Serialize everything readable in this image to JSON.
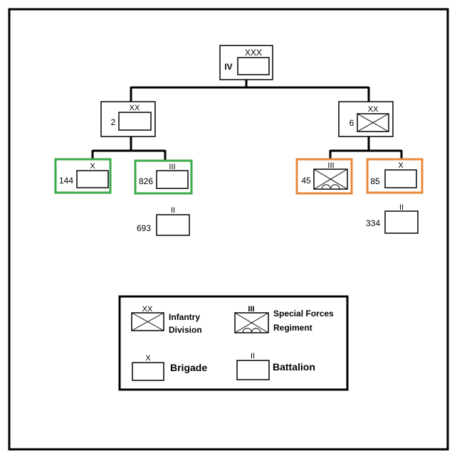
{
  "org_chart": {
    "corps": {
      "label": "IV",
      "echelon": "XXX"
    },
    "divisions": [
      {
        "label": "2",
        "echelon": "XX"
      },
      {
        "label": "6",
        "echelon": "XX",
        "symbol": "infantry"
      }
    ],
    "units": [
      {
        "label": "144",
        "echelon": "X",
        "border_color": "#3aaa4a"
      },
      {
        "label": "826",
        "echelon": "III",
        "border_color": "#3aaa4a"
      },
      {
        "label": "45",
        "echelon": "III",
        "symbol": "special-forces",
        "border_color": "#e8883a"
      },
      {
        "label": "85",
        "echelon": "X",
        "border_color": "#e8883a"
      }
    ],
    "battalions": [
      {
        "label": "693",
        "echelon": "II"
      },
      {
        "label": "334",
        "echelon": "II"
      }
    ]
  },
  "legend": {
    "infantry_division": {
      "line1": "Infantry",
      "line2": "Division",
      "echelon": "XX"
    },
    "special_forces_regiment": {
      "line1": "Special Forces",
      "line2": "Regiment",
      "echelon": "III"
    },
    "brigade": {
      "label": "Brigade",
      "echelon": "X"
    },
    "battalion": {
      "label": "Battalion",
      "echelon": "II"
    }
  },
  "colors": {
    "frame": "#000000",
    "green": "#3aaa4a",
    "orange": "#e8883a"
  }
}
